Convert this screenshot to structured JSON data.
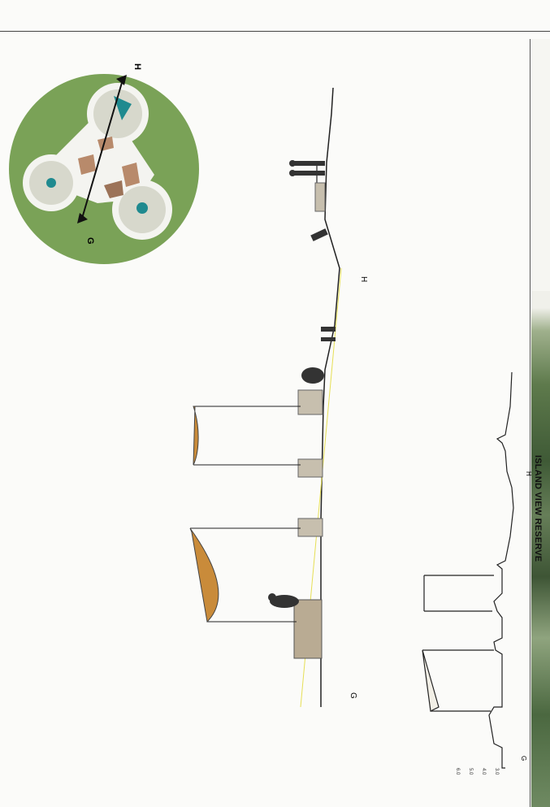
{
  "title": "ISLAND VIEW RESERVE",
  "section_labels": {
    "key_plan_start": "G",
    "key_plan_end": "H",
    "section_a_start": "G",
    "section_a_end": "H",
    "section_b_start": "G",
    "section_b_end": "H"
  },
  "scale_ticks": [
    "6.0",
    "5.0",
    "4.0",
    "3.0"
  ],
  "colors": {
    "grass": "#7aa257",
    "paving": "#f4f4f0",
    "pad": "#d7d8cc",
    "timber": "#b88a6b",
    "accent_teal": "#1f8a8f",
    "sail": "#c98b3a",
    "silhouette": "#333333"
  }
}
